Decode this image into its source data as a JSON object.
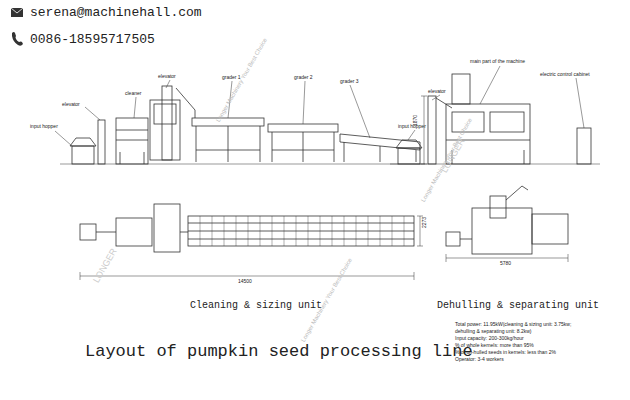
{
  "diagram": {
    "title": "Layout of pumpkin seed processing line",
    "labels": [
      "serena@machinehall.com",
      "0086-18595717505",
      "input hopper",
      "elevator",
      "cleaner",
      "elevator",
      "grader 1",
      "grader 2",
      "grader 3",
      "input hopper",
      "elevator",
      "main part of the machine",
      "electric control cabinet",
      "1870",
      "14500",
      "2273",
      "5780",
      "Cleaning & sizing unit",
      "Dehulling & separating unit",
      "Total power: 11.95kW(cleaning & sizing unit: 3.75kw;",
      "dehulling & separating unit: 8.2kw)",
      "Input capacity: 200-300kg/hour",
      "% of whole kernels: more than 95%",
      "% of un-hulled seeds in kernels: less than 2%",
      "Operator: 3-4 workers",
      "Longer Machinery Your Best Choice",
      "Longer Machinery Your Best Choice",
      "Longer Machinery Your Best Choice",
      "LONGER",
      "LONGER"
    ]
  }
}
